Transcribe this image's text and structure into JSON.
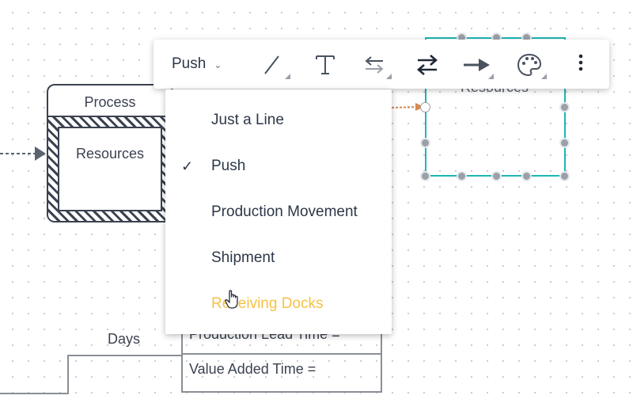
{
  "canvas": {
    "process_shape": {
      "title": "Process",
      "body_label": "Resources"
    },
    "selected_shape": {
      "label": "Resources"
    },
    "timeline": {
      "days_label": "Days"
    },
    "lead_time_table": {
      "rows": [
        "Production Lead Time =",
        "Value Added Time ="
      ]
    }
  },
  "toolbar": {
    "line_type_label": "Push",
    "icons": [
      "line-style-icon",
      "text-icon",
      "arrow-direction-icon",
      "swap-arrows-icon",
      "arrowhead-icon",
      "color-palette-icon",
      "more-options-icon"
    ]
  },
  "line_type_menu": {
    "items": [
      {
        "label": "Just a Line",
        "selected": false
      },
      {
        "label": "Push",
        "selected": true
      },
      {
        "label": "Production Movement",
        "selected": false
      },
      {
        "label": "Shipment",
        "selected": false
      },
      {
        "label": "Receiving Docks",
        "selected": false,
        "hovered": true
      }
    ],
    "check_glyph": "✓"
  },
  "colors": {
    "selection": "#1fb5b5",
    "hover_text": "#f5c242",
    "shape_stroke": "#3b4250",
    "connector_orange": "#d9874e"
  }
}
